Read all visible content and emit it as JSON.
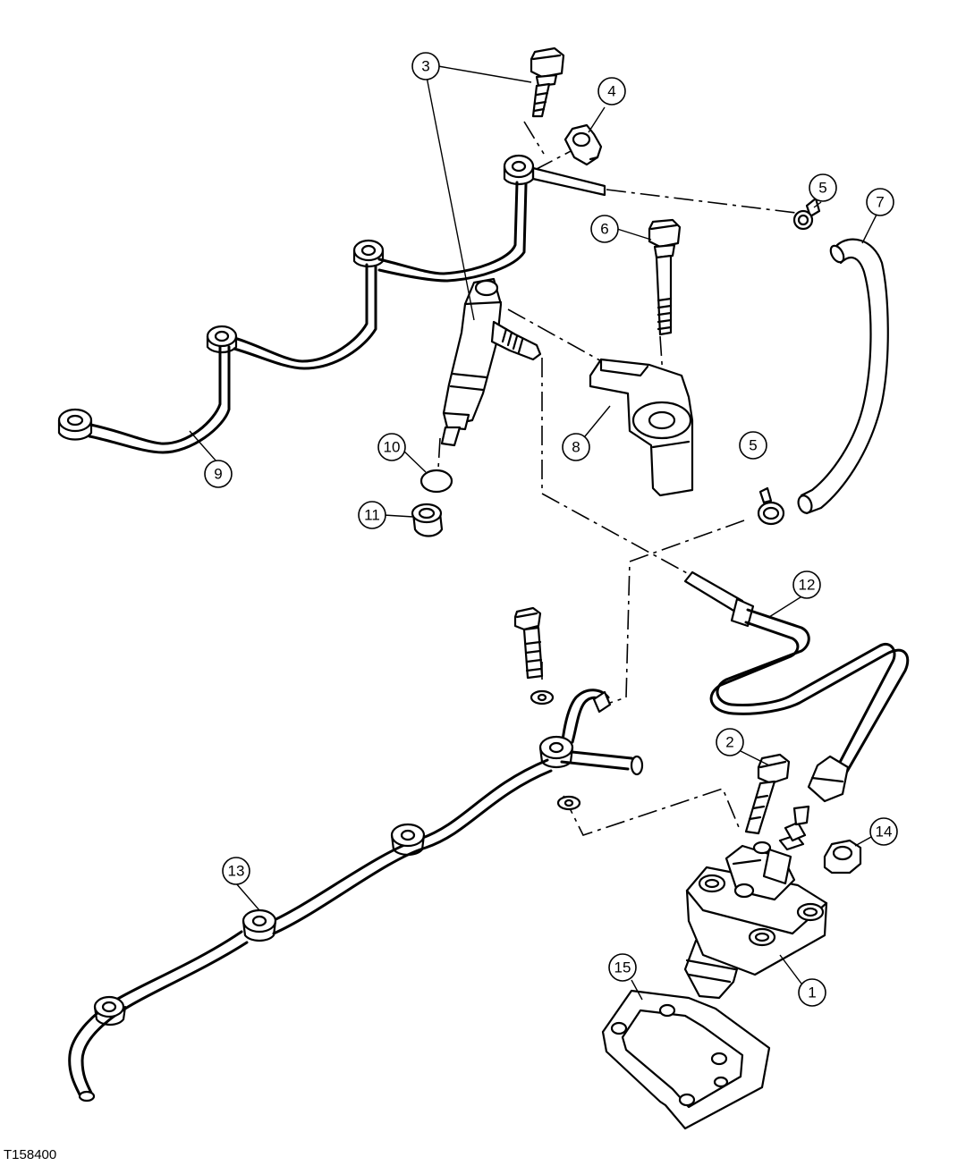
{
  "figure_id": "T158400",
  "callouts": {
    "c1": "1",
    "c2": "2",
    "c3": "3",
    "c4": "4",
    "c5a": "5",
    "c5b": "5",
    "c6": "6",
    "c7": "7",
    "c8": "8",
    "c9": "9",
    "c10": "10",
    "c11": "11",
    "c12": "12",
    "c13": "13",
    "c14": "14",
    "c15": "15"
  }
}
